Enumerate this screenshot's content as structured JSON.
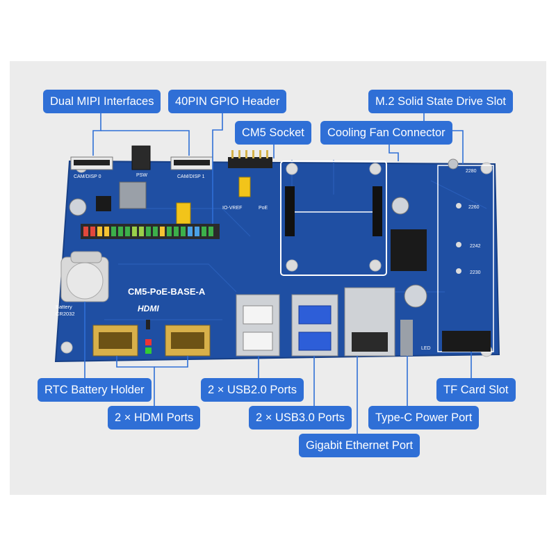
{
  "labels": {
    "dual_mipi": "Dual MIPI Interfaces",
    "gpio_header": "40PIN GPIO Header",
    "m2_slot": "M.2 Solid State Drive Slot",
    "cm5_socket": "CM5 Socket",
    "fan_connector": "Cooling Fan Connector",
    "rtc_battery": "RTC Battery Holder",
    "hdmi_ports": "2 × HDMI Ports",
    "usb2_ports": "2 × USB2.0 Ports",
    "usb3_ports": "2 × USB3.0 Ports",
    "typec_power": "Type-C Power Port",
    "ethernet": "Gigabit Ethernet Port",
    "tf_card": "TF Card Slot"
  },
  "silkscreen": {
    "board_name": "CM5-PoE-BASE-A",
    "hdmi_logo": "HDMI",
    "battery": "Battery",
    "battery_model": "CR2032",
    "cam0": "CAM/DISP 0",
    "cam1": "CAM/DISP 1",
    "psw": "PSW",
    "io_vref": "IO-VREF",
    "poe": "PoE",
    "m2_2280": "2280",
    "m2_2260": "2260",
    "m2_2242": "2242",
    "m2_2230": "2230",
    "led": "LED"
  },
  "colors": {
    "label_bg": "#2f6fd6",
    "pcb_blue": "#1f4fa3",
    "background": "#ececec"
  }
}
